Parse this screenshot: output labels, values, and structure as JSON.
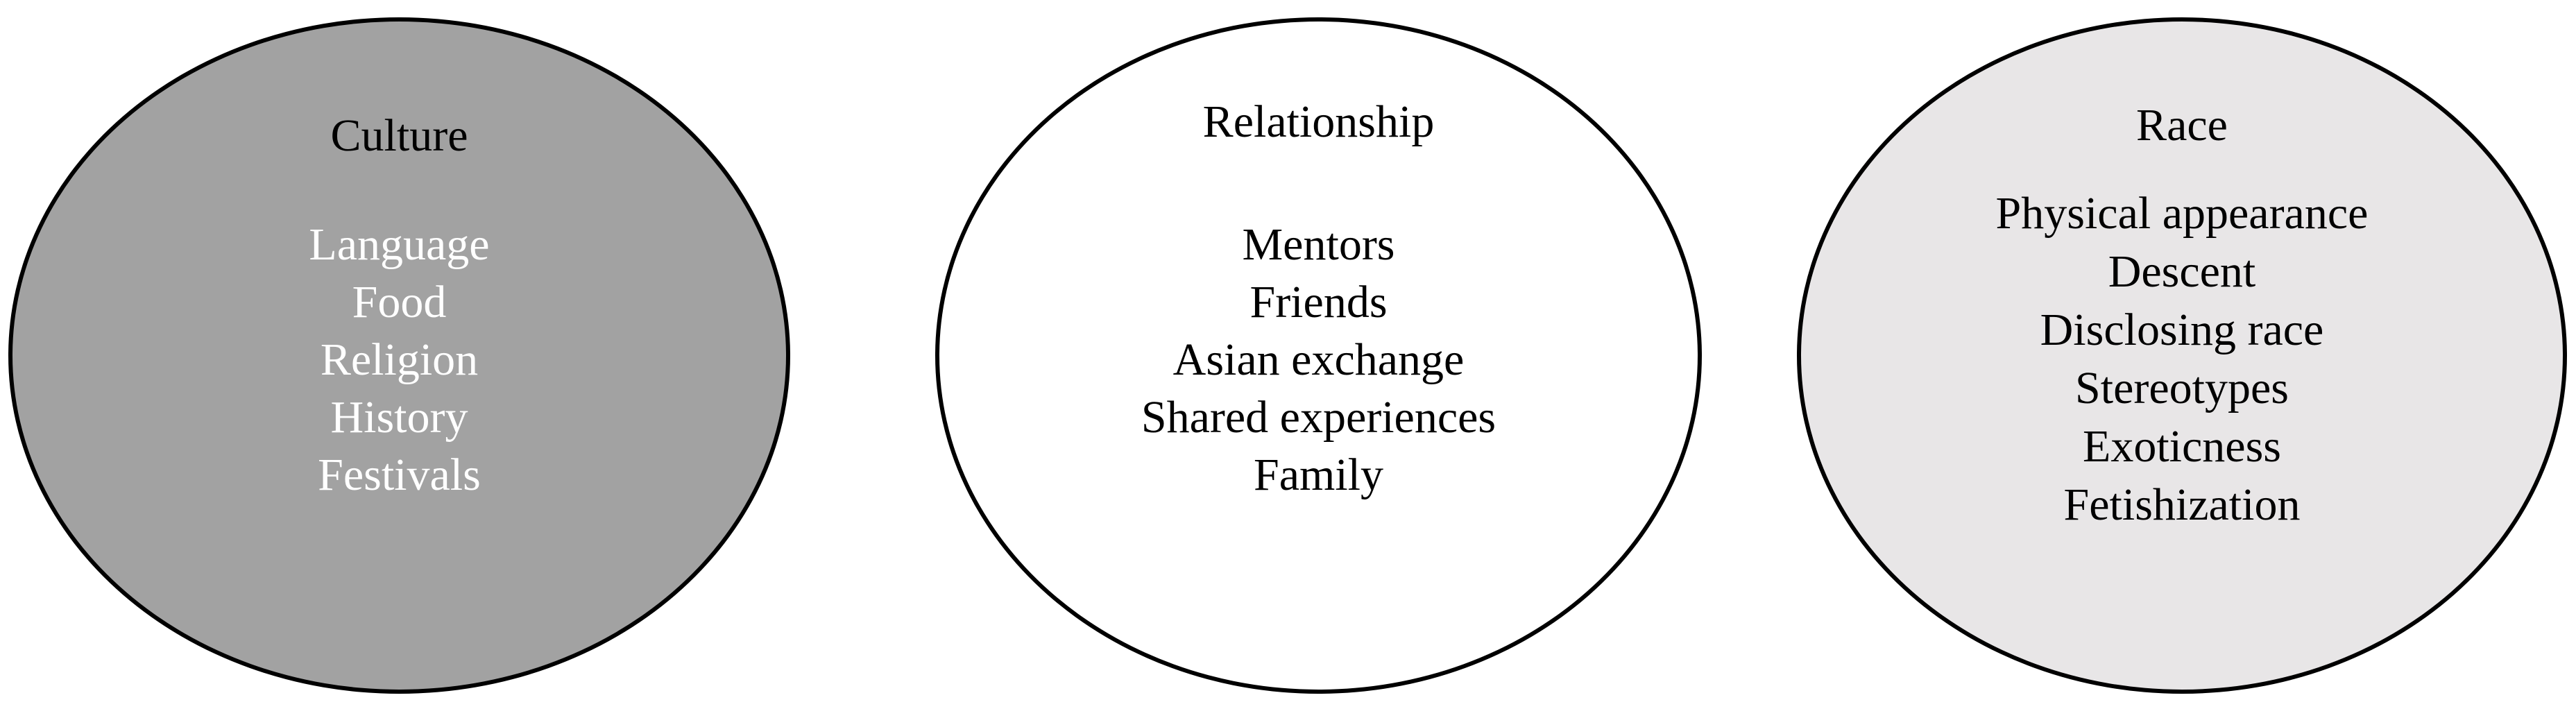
{
  "diagram": {
    "ellipses": [
      {
        "id": "culture",
        "title": "Culture",
        "fill": "#a2a2a2",
        "text_color": "#ffffff",
        "title_color": "#000000",
        "items": [
          "Language",
          "Food",
          "Religion",
          "History",
          "Festivals"
        ]
      },
      {
        "id": "relationship",
        "title": "Relationship",
        "fill": "#ffffff",
        "text_color": "#000000",
        "title_color": "#000000",
        "items": [
          "Mentors",
          "Friends",
          "Asian exchange",
          "Shared experiences",
          "Family"
        ]
      },
      {
        "id": "race",
        "title": "Race",
        "fill": "#e8e6e7",
        "text_color": "#000000",
        "title_color": "#000000",
        "items": [
          "Physical appearance",
          "Descent",
          "Disclosing race",
          "Stereotypes",
          "Exoticness",
          "Fetishization"
        ]
      }
    ]
  }
}
